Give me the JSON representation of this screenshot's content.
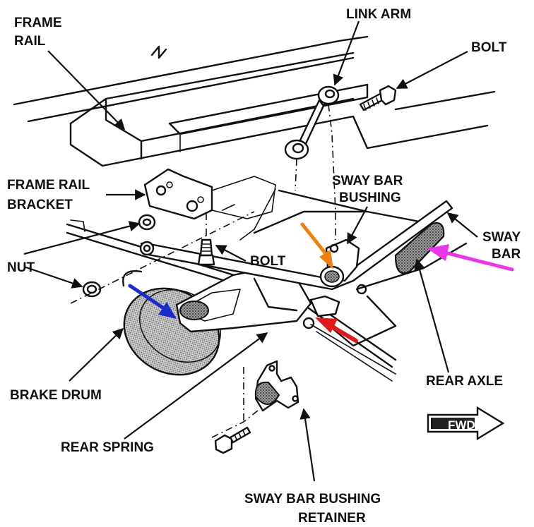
{
  "labels": {
    "frame_rail": [
      "FRAME",
      "RAIL"
    ],
    "link_arm": "LINK ARM",
    "bolt_top": "BOLT",
    "frame_rail_bracket": [
      "FRAME RAIL",
      "BRACKET"
    ],
    "sway_bar_bushing": [
      "SWAY BAR",
      "BUSHING"
    ],
    "sway_bar": [
      "SWAY",
      "BAR"
    ],
    "nut": "NUT",
    "bolt_mid": "BOLT",
    "rear_axle": "REAR AXLE",
    "brake_drum": "BRAKE DRUM",
    "fwd": "FWD",
    "rear_spring": "REAR SPRING",
    "retainer": [
      "SWAY BAR BUSHING",
      "RETAINER"
    ]
  },
  "colors": {
    "ink": "#111111",
    "arrow_orange": "#f07f12",
    "arrow_blue": "#1a2ccc",
    "arrow_red": "#e01919",
    "arrow_magenta": "#e838e8",
    "drum_fill": "#bdbdbd",
    "bushing_fill": "#8f8f8f"
  }
}
